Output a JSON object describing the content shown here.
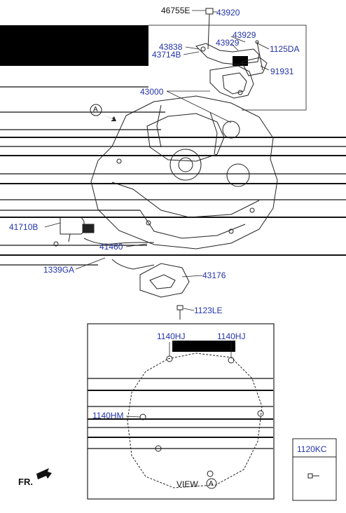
{
  "labels": {
    "p46755E": "46755E",
    "p43920": "43920",
    "p43929a": "43929",
    "p43929b": "43929",
    "p43838": "43838",
    "p43714B": "43714B",
    "p1125DA": "1125DA",
    "p91931": "91931",
    "p43000": "43000",
    "p41710B": "41710B",
    "p41460": "41460",
    "p1339GA": "1339GA",
    "p43176": "43176",
    "p1123LE": "1123LE",
    "p1140HJa": "1140HJ",
    "p1140HJb": "1140HJ",
    "p1140HM": "1140HM",
    "p1120KC": "1120KC",
    "viewLetter": "A",
    "viewText": "VIEW",
    "viewMark": "A",
    "fr": "FR."
  },
  "colors": {
    "label_blue": "#2233aa",
    "line": "#222222"
  }
}
